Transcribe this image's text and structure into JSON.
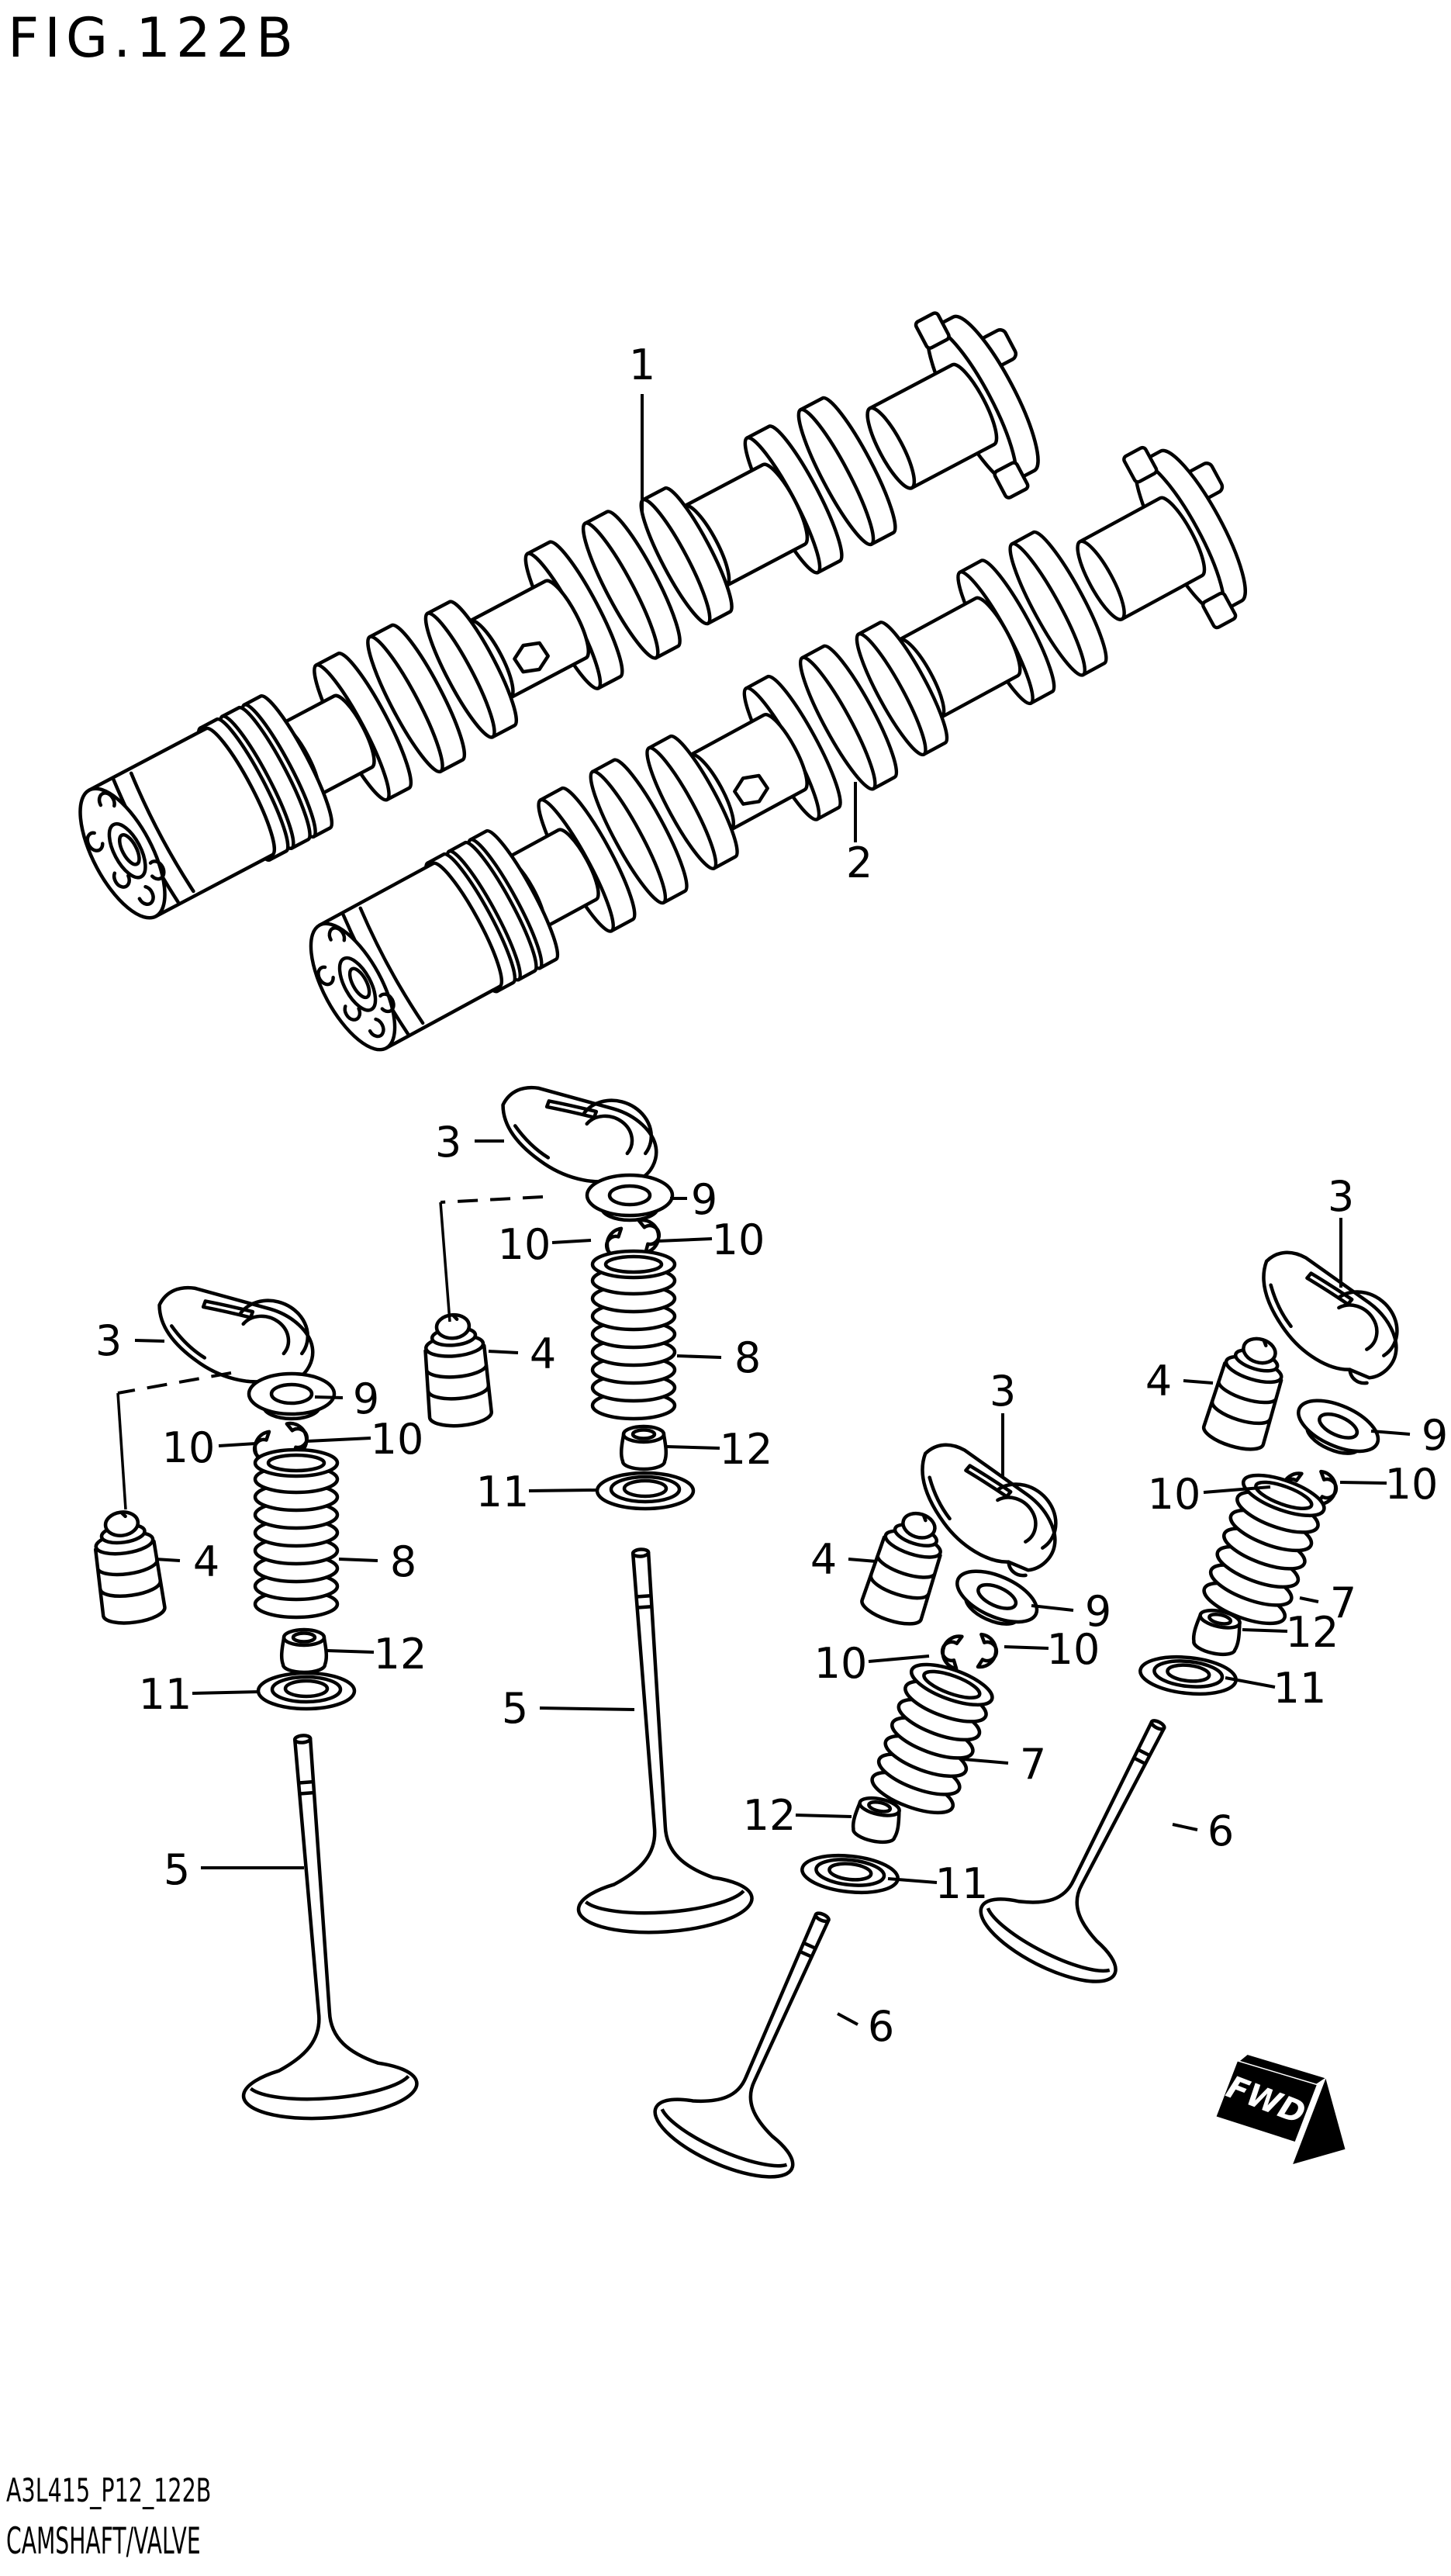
{
  "page": {
    "title": "FIG.122B",
    "part_code": "A3L415_P12_122B",
    "part_title": "CAMSHAFT/VALVE",
    "fwd": "FWD",
    "line_color": "#000000",
    "background": "#ffffff"
  },
  "callouts": {
    "1": "1",
    "2": "2",
    "3": "3",
    "4": "4",
    "5": "5",
    "6": "6",
    "7": "7",
    "8": "8",
    "9": "9",
    "10": "10",
    "11": "11",
    "12": "12"
  }
}
